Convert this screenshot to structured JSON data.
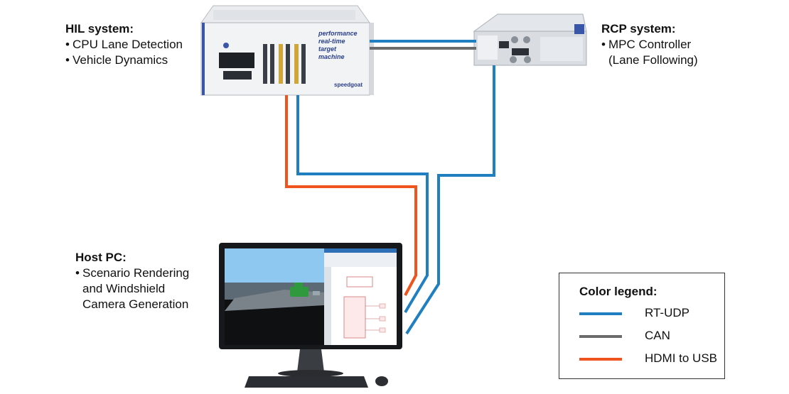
{
  "hil": {
    "title": "HIL system:",
    "items": [
      "CPU Lane Detection",
      "Vehicle Dynamics"
    ],
    "device_text": [
      "performance",
      "real-time",
      "target",
      "machine"
    ],
    "brand": "speedgoat"
  },
  "rcp": {
    "title": "RCP system:",
    "items": [
      "MPC Controller",
      "(Lane Following)"
    ]
  },
  "host": {
    "title": "Host PC:",
    "items": [
      "Scenario Rendering",
      "and Windshield",
      "Camera Generation"
    ]
  },
  "legend": {
    "title": "Color legend:",
    "entries": [
      {
        "label": "RT-UDP",
        "color": "#1f7fc0"
      },
      {
        "label": "CAN",
        "color": "#6b6b6b"
      },
      {
        "label": "HDMI to USB",
        "color": "#f0541e"
      }
    ]
  },
  "colors": {
    "rt_udp": "#1f7fc0",
    "can": "#6b6b6b",
    "hdmi": "#f0541e"
  }
}
